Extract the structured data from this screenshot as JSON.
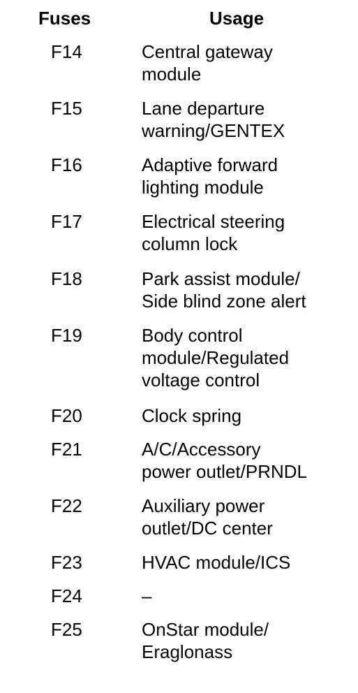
{
  "table": {
    "headers": {
      "fuses": "Fuses",
      "usage": "Usage"
    },
    "rows": [
      {
        "fuse": "F14",
        "usage": "Central gateway\nmodule"
      },
      {
        "fuse": "F15",
        "usage": "Lane departure\nwarning/GENTEX"
      },
      {
        "fuse": "F16",
        "usage": "Adaptive forward\nlighting module"
      },
      {
        "fuse": "F17",
        "usage": "Electrical steering\ncolumn lock"
      },
      {
        "fuse": "F18",
        "usage": "Park assist module/\nSide blind zone alert"
      },
      {
        "fuse": "F19",
        "usage": "Body control\nmodule/Regulated\nvoltage control"
      },
      {
        "fuse": "F20",
        "usage": "Clock spring"
      },
      {
        "fuse": "F21",
        "usage": "A/C/Accessory\npower outlet/PRNDL"
      },
      {
        "fuse": "F22",
        "usage": "Auxiliary power\noutlet/DC center"
      },
      {
        "fuse": "F23",
        "usage": "HVAC module/ICS"
      },
      {
        "fuse": "F24",
        "usage": "–"
      },
      {
        "fuse": "F25",
        "usage": "OnStar module/\nEraglonass"
      }
    ]
  }
}
